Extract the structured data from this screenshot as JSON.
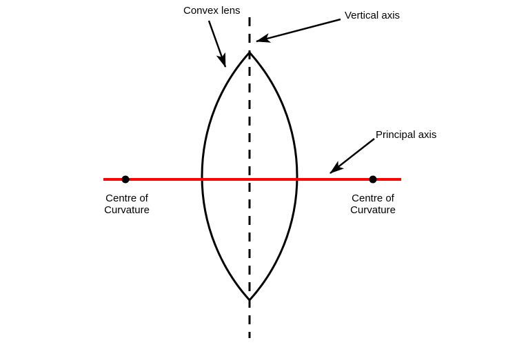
{
  "diagram": {
    "title_implied": "Convex lens diagram",
    "labels": {
      "convex_lens": "Convex lens",
      "vertical_axis": "Vertical axis",
      "principal_axis": "Principal axis",
      "centre_of_curvature_line1": "Centre of",
      "centre_of_curvature_line2": "Curvature"
    },
    "colors": {
      "principal_axis_red": "#fe0000",
      "ink_black": "#000000",
      "background": "#ffffff"
    },
    "icons": {
      "arrow": "arrow-icon",
      "dot": "centre-of-curvature-dot"
    }
  }
}
